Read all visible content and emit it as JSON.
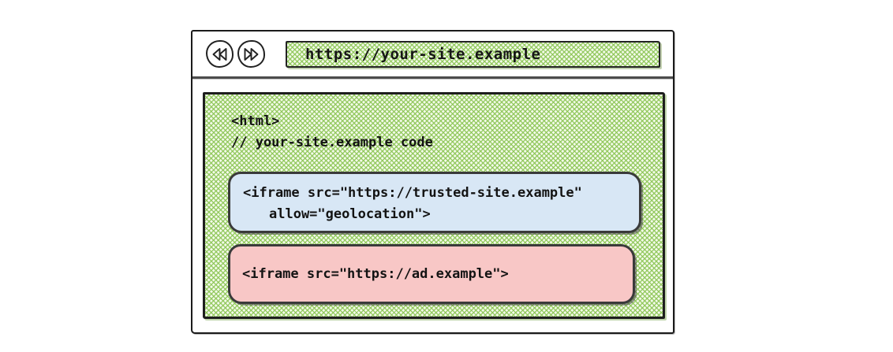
{
  "browser": {
    "url": "https://your-site.example",
    "back_icon": "double-arrow-left",
    "forward_icon": "double-arrow-right"
  },
  "code": {
    "line1": "<html>",
    "line2": "// your-site.example code"
  },
  "trusted_iframe": {
    "line1": "<iframe src=\"https://trusted-site.example\"",
    "line2": "allow=\"geolocation\">"
  },
  "ad_iframe": {
    "line1": "<iframe src=\"https://ad.example\">"
  },
  "colors": {
    "hatch_green": "#8cc555",
    "trusted_blue": "#d8e7f5",
    "ad_pink": "#f8c7c6",
    "stroke_dark": "#1e1e1e"
  }
}
